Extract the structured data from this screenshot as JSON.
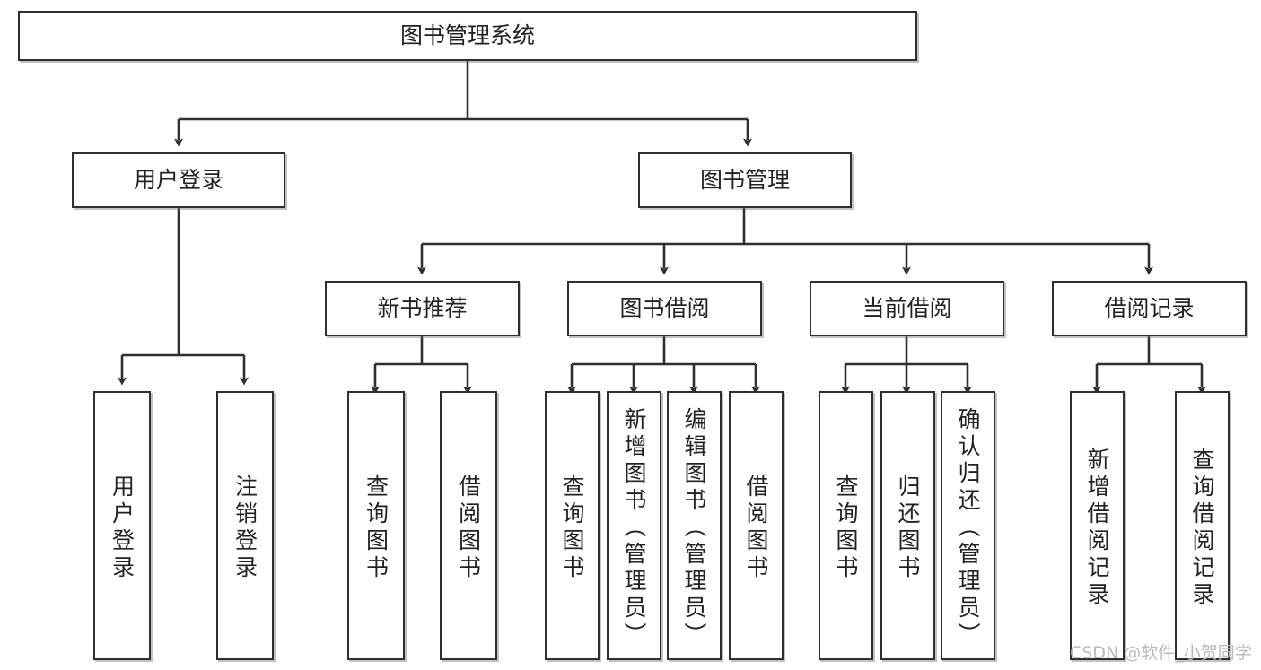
{
  "diagram": {
    "title": "图书管理系统",
    "type": "tree-hierarchy",
    "watermark": "CSDN @软件_小贺同学",
    "colors": {
      "background": "#ffffff",
      "node_border": "#2f2f2f",
      "node_fill": "#ffffff",
      "edge": "#2f2f2f",
      "text": "#222222",
      "watermark": "#b9b9b9"
    },
    "root": {
      "label": "图书管理系统"
    },
    "level2": [
      {
        "label": "用户登录"
      },
      {
        "label": "图书管理"
      }
    ],
    "level3": [
      {
        "label": "新书推荐"
      },
      {
        "label": "图书借阅"
      },
      {
        "label": "当前借阅"
      },
      {
        "label": "借阅记录"
      }
    ],
    "leaves": {
      "user_login": [
        {
          "label": "用户登录"
        },
        {
          "label": "注销登录"
        }
      ],
      "new_book_recommend": [
        {
          "label": "查询图书"
        },
        {
          "label": "借阅图书"
        }
      ],
      "book_borrow": [
        {
          "label": "查询图书"
        },
        {
          "label": "新增图书（管理员）"
        },
        {
          "label": "编辑图书（管理员）"
        },
        {
          "label": "借阅图书"
        }
      ],
      "current_borrow": [
        {
          "label": "查询图书"
        },
        {
          "label": "归还图书"
        },
        {
          "label": "确认归还（管理员）"
        }
      ],
      "borrow_record": [
        {
          "label": "新增借阅记录"
        },
        {
          "label": "查询借阅记录"
        }
      ]
    }
  }
}
